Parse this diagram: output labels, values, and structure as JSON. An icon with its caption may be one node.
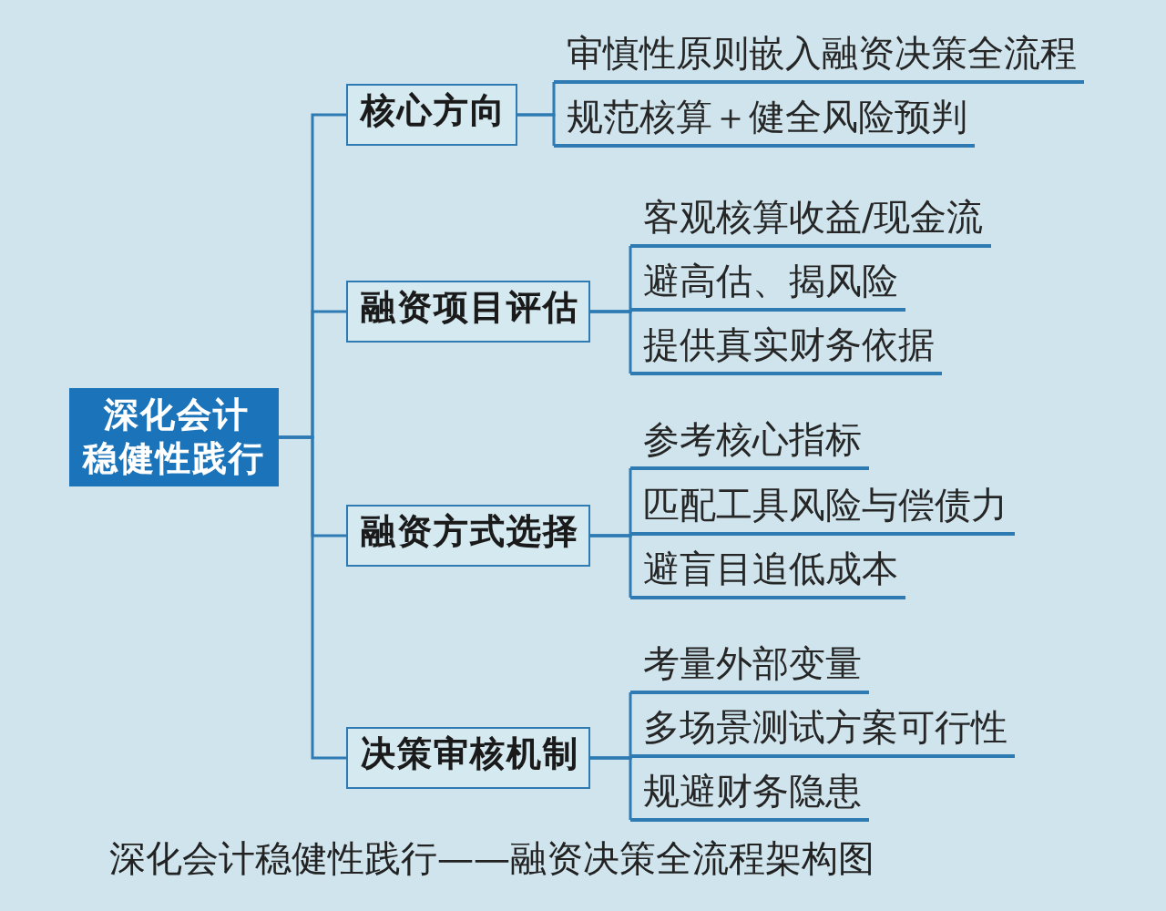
{
  "diagram": {
    "caption": "深化会计稳健性践行——融资决策全流程架构图",
    "nodes": [
      {
        "text": [
          "深化会计稳健性践行"
        ]
      },
      {
        "text": [
          "核心方向"
        ]
      },
      {
        "text": [
          "审慎性原则嵌入融资决策全流程"
        ]
      },
      {
        "text": [
          "规范核算＋健全风险预判"
        ]
      },
      {
        "text": [
          "融资项目评估"
        ]
      },
      {
        "text": [
          "客观核算收益/现金流"
        ]
      },
      {
        "text": [
          "避高估、揭风险"
        ]
      },
      {
        "text": [
          "提供真实财务依据"
        ]
      },
      {
        "text": [
          "融资方式选择"
        ]
      },
      {
        "text": [
          "参考核心指标"
        ]
      },
      {
        "text": [
          "匹配工具风险与偿债力"
        ]
      },
      {
        "text": [
          "避盲目追低成本"
        ]
      },
      {
        "text": [
          "决策审核机制"
        ]
      },
      {
        "text": [
          "考量外部变量"
        ]
      },
      {
        "text": [
          "多场景测试方案可行性"
        ]
      },
      {
        "text": [
          "规避财务隐患"
        ]
      }
    ],
    "edges": [
      {
        "from": 0,
        "to": 1,
        "arrow": "none"
      },
      {
        "from": 0,
        "to": 4,
        "arrow": "none"
      },
      {
        "from": 0,
        "to": 8,
        "arrow": "none"
      },
      {
        "from": 0,
        "to": 12,
        "arrow": "none"
      },
      {
        "from": 1,
        "to": 2,
        "arrow": "none"
      },
      {
        "from": 1,
        "to": 3,
        "arrow": "none"
      },
      {
        "from": 4,
        "to": 5,
        "arrow": "none"
      },
      {
        "from": 4,
        "to": 6,
        "arrow": "none"
      },
      {
        "from": 4,
        "to": 7,
        "arrow": "none"
      },
      {
        "from": 8,
        "to": 9,
        "arrow": "none"
      },
      {
        "from": 8,
        "to": 10,
        "arrow": "none"
      },
      {
        "from": 8,
        "to": 11,
        "arrow": "none"
      },
      {
        "from": 12,
        "to": 13,
        "arrow": "none"
      },
      {
        "from": 12,
        "to": 14,
        "arrow": "none"
      },
      {
        "from": 12,
        "to": 15,
        "arrow": "none"
      }
    ]
  }
}
